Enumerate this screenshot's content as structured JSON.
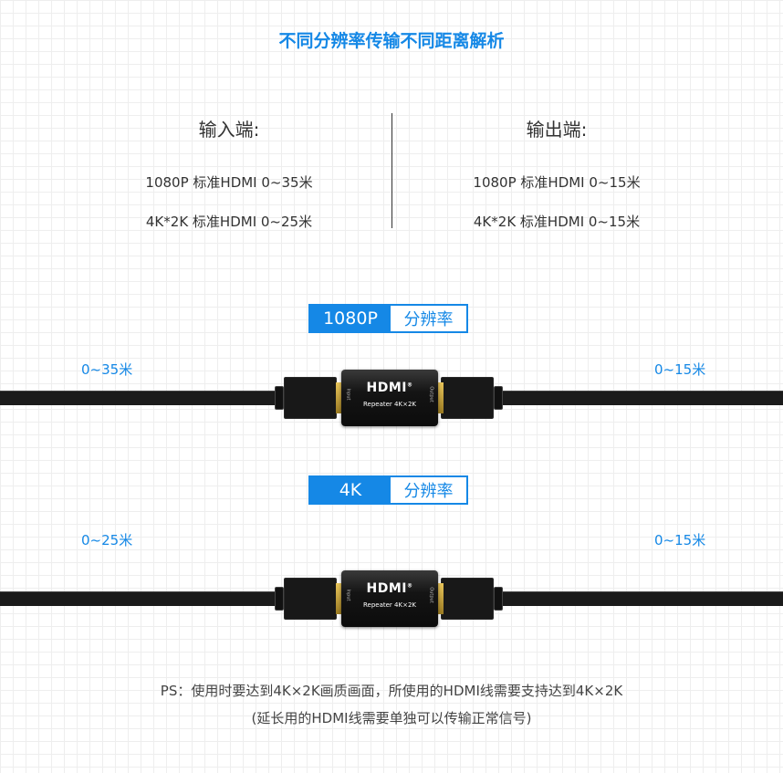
{
  "title": "不同分辨率传输不同距离解析",
  "input": {
    "header": "输入端:",
    "lines": [
      "1080P 标准HDMI 0~35米",
      "4K*2K 标准HDMI 0~25米"
    ]
  },
  "output": {
    "header": "输出端:",
    "lines": [
      "1080P 标准HDMI 0~15米",
      "4K*2K 标准HDMI 0~15米"
    ]
  },
  "sections": [
    {
      "badge_left": "1080P",
      "badge_right": "分辨率",
      "left_distance": "0~35米",
      "right_distance": "0~15米",
      "device": {
        "logo": "HDMI",
        "reg": "®",
        "model": "Repeater  4K×2K",
        "in": "Input",
        "out": "Output"
      }
    },
    {
      "badge_left": "4K",
      "badge_right": "分辨率",
      "left_distance": "0~25米",
      "right_distance": "0~15米",
      "device": {
        "logo": "HDMI",
        "reg": "®",
        "model": "Repeater  4K×2K",
        "in": "Input",
        "out": "Output"
      }
    }
  ],
  "note": {
    "line1": "PS：使用时要达到4K×2K画质画面，所使用的HDMI线需要支持达到4K×2K",
    "line2": "(延长用的HDMI线需要单独可以传输正常信号)"
  },
  "colors": {
    "accent": "#1588e6",
    "text": "#333333",
    "device": "#111111",
    "gold": "#d4af37"
  }
}
